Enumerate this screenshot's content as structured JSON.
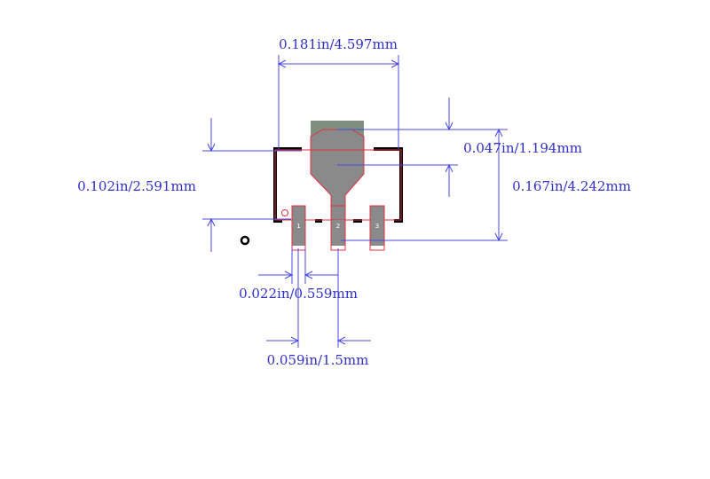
{
  "dimensions": {
    "top_width": "0.181in/4.597mm",
    "tab_height": "0.047in/1.194mm",
    "body_height": "0.102in/2.591mm",
    "overall_height": "0.167in/4.242mm",
    "pad_width": "0.022in/0.559mm",
    "pitch": "0.059in/1.5mm"
  },
  "pins": [
    "1",
    "2",
    "3"
  ],
  "colors": {
    "dimension": "#4848e0",
    "pad_fill": "#8a8a8a",
    "tab_fill": "#7f8f7f",
    "outline": "#e03040",
    "silkscreen": "#000000"
  }
}
